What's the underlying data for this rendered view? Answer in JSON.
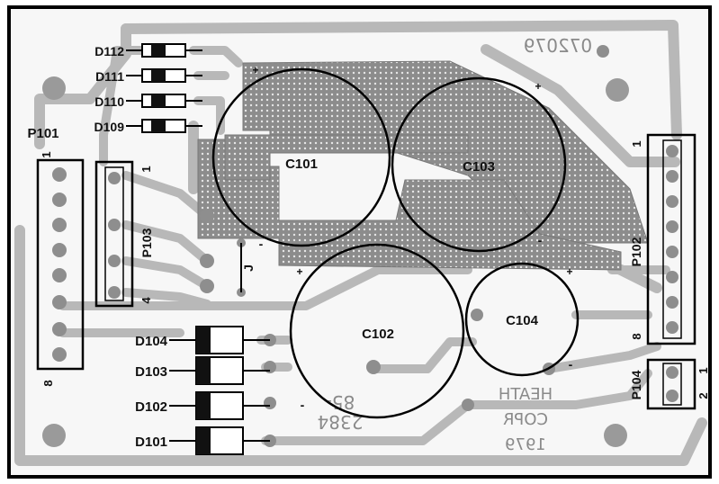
{
  "board_labels": {
    "board_number": "072079",
    "part_number_line1": "85-",
    "part_number_line2": "2384",
    "maker_line1": "HEATH",
    "maker_line2": "COPR",
    "maker_line3": "1979"
  },
  "capacitors": [
    {
      "ref": "C101"
    },
    {
      "ref": "C103"
    },
    {
      "ref": "C102"
    },
    {
      "ref": "C104"
    }
  ],
  "diodes": [
    {
      "ref": "D112"
    },
    {
      "ref": "D111"
    },
    {
      "ref": "D110"
    },
    {
      "ref": "D109"
    },
    {
      "ref": "D104"
    },
    {
      "ref": "D103"
    },
    {
      "ref": "D102"
    },
    {
      "ref": "D101"
    }
  ],
  "connectors": {
    "p101": {
      "ref": "P101",
      "pin_end": "8",
      "pin_start": "1"
    },
    "p103": {
      "ref": "P103",
      "pin_start": "1",
      "pin_end": "4"
    },
    "p102": {
      "ref": "P102",
      "pin_start": "1",
      "pin_end": "8"
    },
    "p104": {
      "ref": "P104",
      "pin_start": "1",
      "pin_end": "2"
    }
  },
  "jumper": {
    "ref": "J"
  },
  "polarity": {
    "plus": "+",
    "minus": "-"
  },
  "colors": {
    "board": "#f7f7f7",
    "trace": "#b7b7b7",
    "hatch": "#909090",
    "pad": "#8e8e8e",
    "outline": "#000000",
    "ink": "#111111"
  }
}
